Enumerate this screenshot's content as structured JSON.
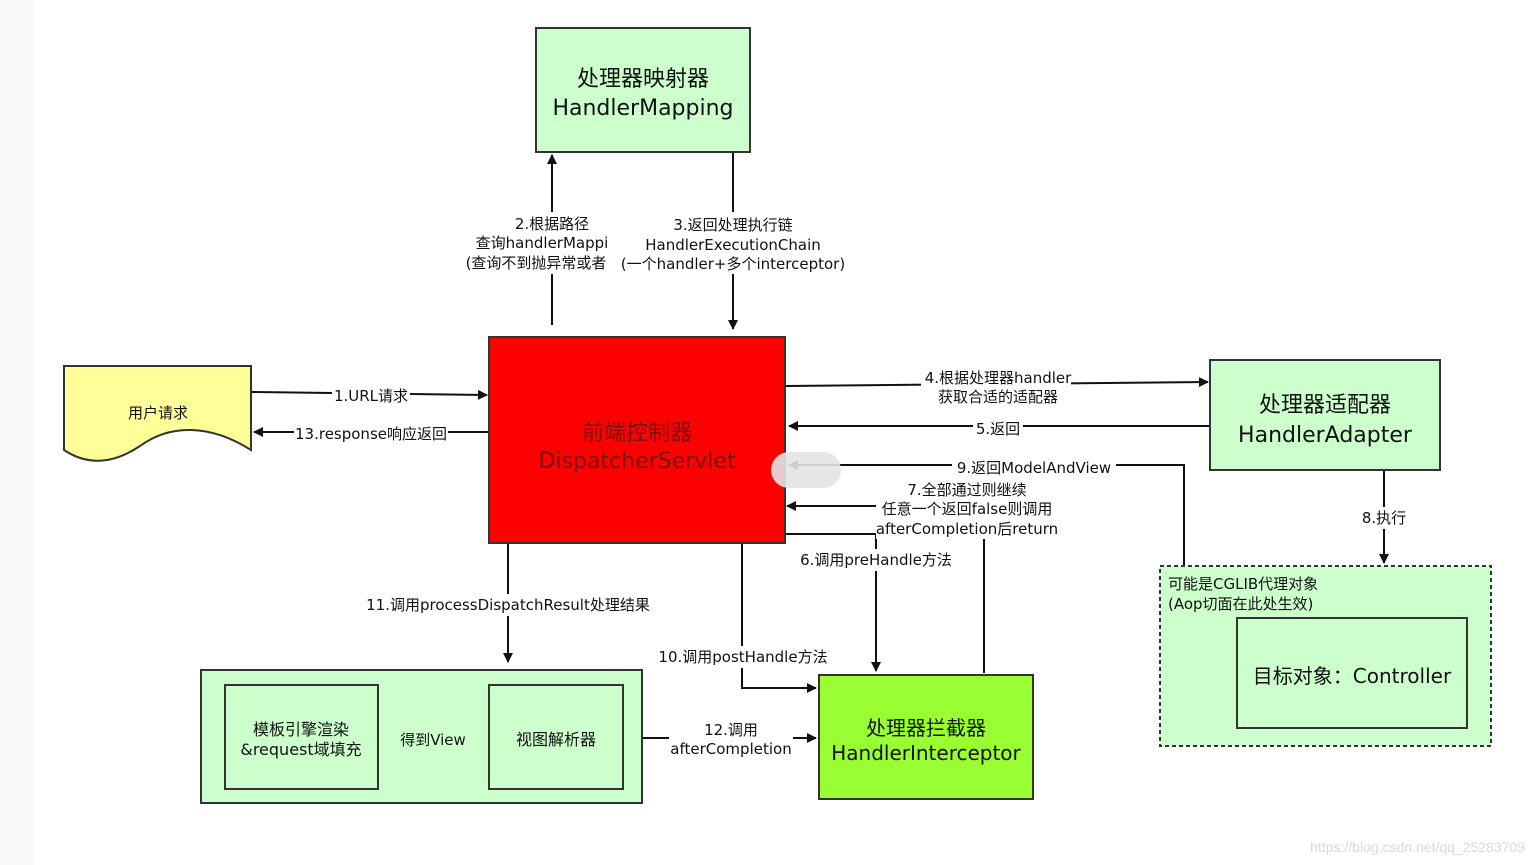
{
  "nodes": {
    "handler_mapping": {
      "line1": "处理器映射器",
      "line2": "HandlerMapping"
    },
    "dispatcher": {
      "line1": "前端控制器",
      "line2": "DispatcherServlet"
    },
    "user_request": {
      "label": "用户请求"
    },
    "handler_adapter": {
      "line1": "处理器适配器",
      "line2": "HandlerAdapter"
    },
    "cglib_group": {
      "line1": "可能是CGLIB代理对象",
      "line2": "(Aop切面在此处生效)"
    },
    "controller": {
      "label": "目标对象：Controller"
    },
    "view_group": {
      "template_line1": "模板引擎渲染",
      "template_line2": "&request域填充",
      "resolver": "视图解析器"
    },
    "interceptor": {
      "line1": "处理器拦截器",
      "line2": "HandlerInterceptor"
    }
  },
  "edges": {
    "e2": {
      "line1": "2.根据路径",
      "line2": "查询handlerMappi",
      "line3": "(查询不到抛异常或者"
    },
    "e3": {
      "line1": "3.返回处理执行链",
      "line2": "HandlerExecutionChain",
      "line3": "(一个handler+多个interceptor)"
    },
    "e1": {
      "label": "1.URL请求"
    },
    "e13": {
      "label": "13.response响应返回"
    },
    "e4": {
      "line1": "4.根据处理器handler",
      "line2": "获取合适的适配器"
    },
    "e5": {
      "label": "5.返回"
    },
    "e9": {
      "label": "9.返回ModelAndView"
    },
    "e7": {
      "line1": "7.全部通过则继续",
      "line2": "任意一个返回false则调用",
      "line3": "afterCompletion后return"
    },
    "e6": {
      "label": "6.调用preHandle方法"
    },
    "e8": {
      "label": "8.执行"
    },
    "e11": {
      "label": "11.调用processDispatchResult处理结果"
    },
    "e10": {
      "label": "10.调用postHandle方法"
    },
    "e12": {
      "line1": "12.调用",
      "line2": "afterCompletion"
    },
    "get_view": {
      "label": "得到View"
    }
  },
  "watermark": "https://blog.csdn.net/qq_25283709",
  "colors": {
    "light_green": "#ccffcc",
    "dispatcher_red": "#ff0000",
    "interceptor_green": "#99ff33",
    "user_request_yellow": "#ffff99",
    "stroke": "#333333"
  }
}
